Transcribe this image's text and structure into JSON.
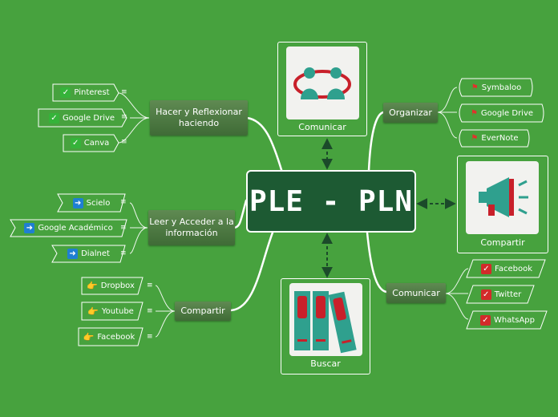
{
  "center": {
    "title": "PLE - PLN"
  },
  "branches": {
    "hacer": "Hacer y Reflexionar haciendo",
    "leer": "Leer y Acceder a la información",
    "compartir_left": "Compartir",
    "organizar": "Organizar",
    "comunicar_right": "Comunicar"
  },
  "cards": {
    "comunicar": "Comunicar",
    "compartir": "Compartir",
    "buscar": "Buscar"
  },
  "hacer_items": [
    "Pinterest",
    "Google Drive",
    "Canva"
  ],
  "leer_items": [
    "Scielo",
    "Google Académico",
    "Dialnet"
  ],
  "compartir_items": [
    "Dropbox",
    "Youtube",
    "Facebook"
  ],
  "organizar_items": [
    "Symbaloo",
    "Google Drive",
    "EverNote"
  ],
  "comunicar_items": [
    "Facebook",
    "Twitter",
    "WhatsApp"
  ],
  "icons": {
    "hacer": "check-icon",
    "leer": "arrow-right-icon",
    "compartir": "pointing-hand-icon",
    "organizar": "flag-icon",
    "comunicar": "checked-box-icon"
  },
  "colors": {
    "background": "#47a23e",
    "center": "#1d5a33",
    "check_green": "#35b33a",
    "check_red": "#d32a2a",
    "arrow_blue": "#1f7fd2",
    "flag_red": "#e0322c"
  }
}
